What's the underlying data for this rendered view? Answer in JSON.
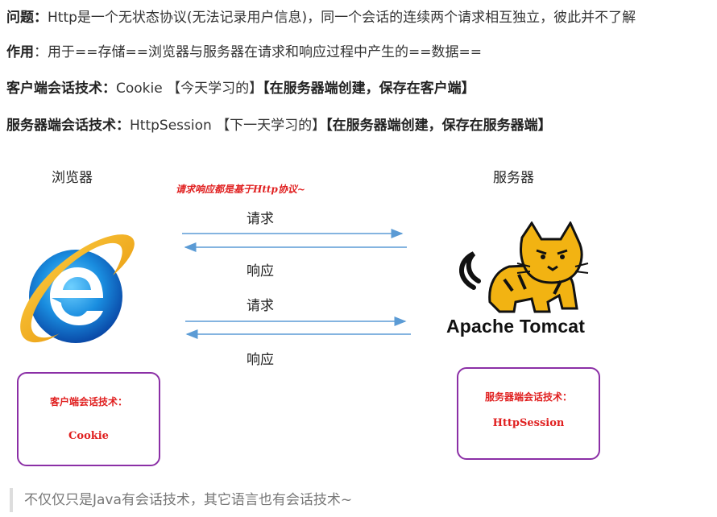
{
  "lines": {
    "problem": {
      "label": "问题：",
      "text": "Http是一个无状态协议(无法记录用户信息)，同一个会话的连续两个请求相互独立，彼此并不了解"
    },
    "purpose": {
      "label": "作用",
      "text": "：用于==存储==浏览器与服务器在请求和响应过程中产生的==数据=="
    },
    "client": {
      "label": "客户端会话技术：",
      "tech": "Cookie",
      "note": "【今天学习的】",
      "where": "【在服务器端创建，保存在客户端】"
    },
    "server": {
      "label": "服务器端会话技术：",
      "tech": "HttpSession",
      "note": "【下一天学习的】",
      "where": "【在服务器端创建，保存在服务器端】"
    }
  },
  "diagram": {
    "browser_label": "浏览器",
    "server_label": "服务器",
    "protocol_note": "请求响应都是基于Http协议~",
    "request_1": "请求",
    "response_1": "响应",
    "request_2": "请求",
    "response_2": "响应",
    "tomcat_text": "Apache Tomcat",
    "client_box": {
      "title": "客户端会话技术：",
      "tech": "Cookie"
    },
    "server_box": {
      "title": "服务器端会话技术：",
      "tech": "HttpSession"
    },
    "icons": [
      "internet-explorer-logo",
      "tomcat-cat-logo"
    ]
  },
  "quote": "不仅仅只是Java有会话技术，其它语言也有会话技术~",
  "colors": {
    "arrow": "#5b9bd5",
    "box_border": "#8b2fa6",
    "red_text": "#e02020"
  }
}
